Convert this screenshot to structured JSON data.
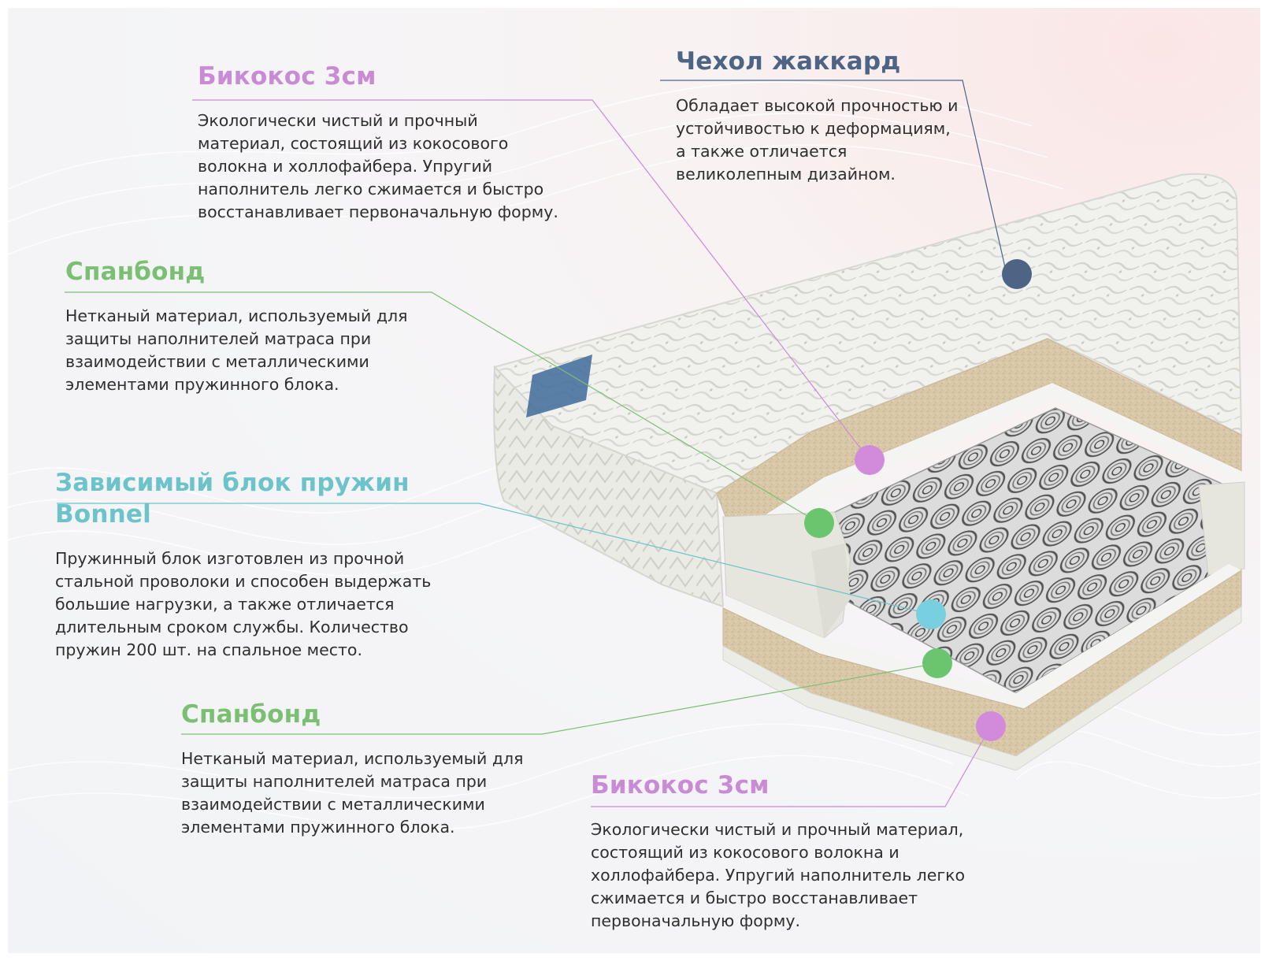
{
  "colors": {
    "bicoconut": "#c98bd6",
    "spunbond": "#7bbf73",
    "springs": "#6cc3c9",
    "cover": "#4d6485",
    "text": "#2f2f2f"
  },
  "annotations": {
    "cover": {
      "title": "Чехол жаккард",
      "text": "Обладает высокой прочностью и\nустойчивостью к деформациям,\nа также отличается\nвеликолепным дизайном."
    },
    "bicoconut_top": {
      "title": "Бикокос 3см",
      "text": "Экологически чистый и прочный\nматериал, состоящий из кокосового\nволокна и холлофайбера. Упругий\nнаполнитель легко сжимается и быстро\nвосстанавливает первоначальную форму."
    },
    "spunbond_top": {
      "title": "Спанбонд",
      "text": "Нетканый материал, используемый для\nзащиты наполнителей матраса при\nвзаимодействии с металлическими\nэлементами пружинного блока."
    },
    "spring_block": {
      "title": "Зависимый блок пружин Bonnel",
      "text": "Пружинный блок изготовлен из прочной\nстальной проволоки и способен выдержать\nбольшие нагрузки, а также отличается\nдлительным сроком службы. Количество\nпружин 200 шт. на спальное место."
    },
    "spunbond_bottom": {
      "title": "Спанбонд",
      "text": "Нетканый материал, используемый для\nзащиты наполнителей матраса при\nвзаимодействии с металлическими\nэлементами пружинного блока."
    },
    "bicoconut_bottom": {
      "title": "Бикокос 3см",
      "text": "Экологически чистый и прочный материал,\nсостоящий из кокосового волокна и\nхоллофайбера. Упругий наполнитель легко\nсжимается и быстро восстанавливает\nпервоначальную форму."
    }
  }
}
